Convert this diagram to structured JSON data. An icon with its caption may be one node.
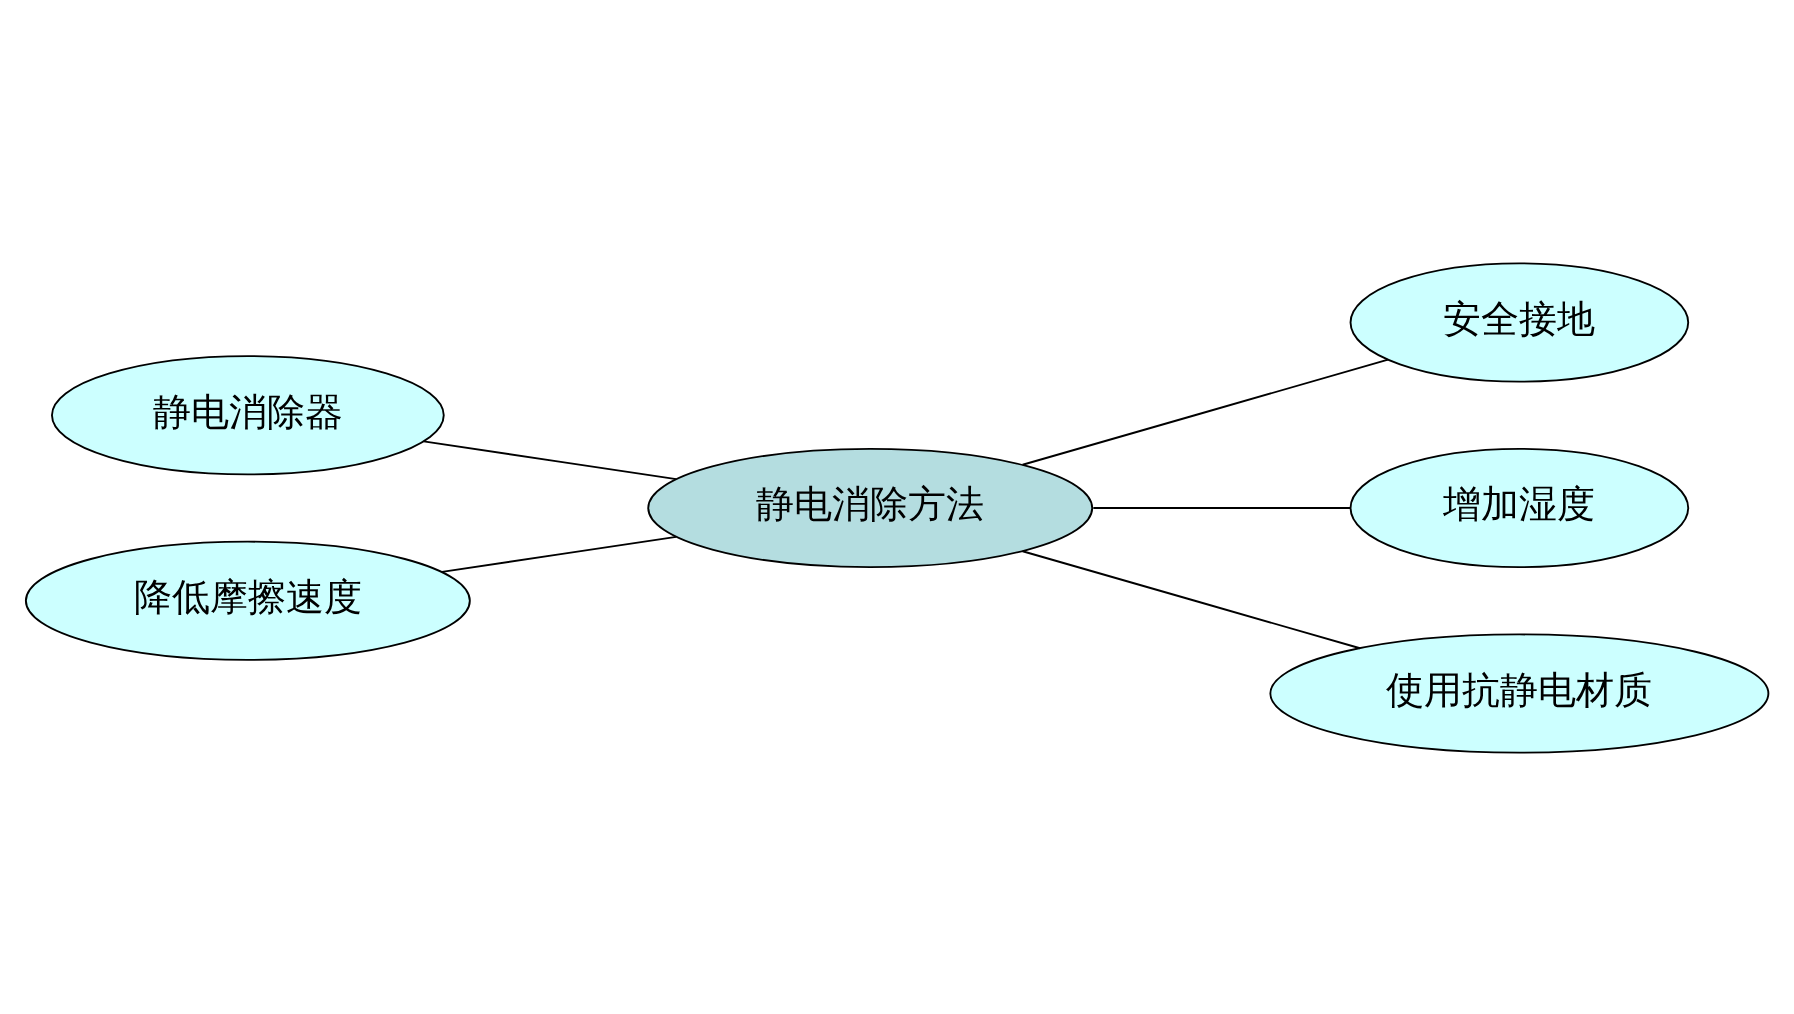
{
  "diagram": {
    "nodes": [
      {
        "text": [
          "静电消除器"
        ]
      },
      {
        "text": [
          "安全接地"
        ]
      },
      {
        "text": [
          "静电消除方法"
        ]
      },
      {
        "text": [
          "增加湿度"
        ]
      },
      {
        "text": [
          "降低摩擦速度"
        ]
      },
      {
        "text": [
          "使用抗静电材质"
        ]
      }
    ],
    "edges": [
      {
        "from": 0,
        "to": 2,
        "arrow": "none"
      },
      {
        "from": 2,
        "to": 1,
        "arrow": "none"
      },
      {
        "from": 2,
        "to": 3,
        "arrow": "none"
      },
      {
        "from": 4,
        "to": 2,
        "arrow": "none"
      },
      {
        "from": 2,
        "to": 5,
        "arrow": "none"
      }
    ]
  }
}
